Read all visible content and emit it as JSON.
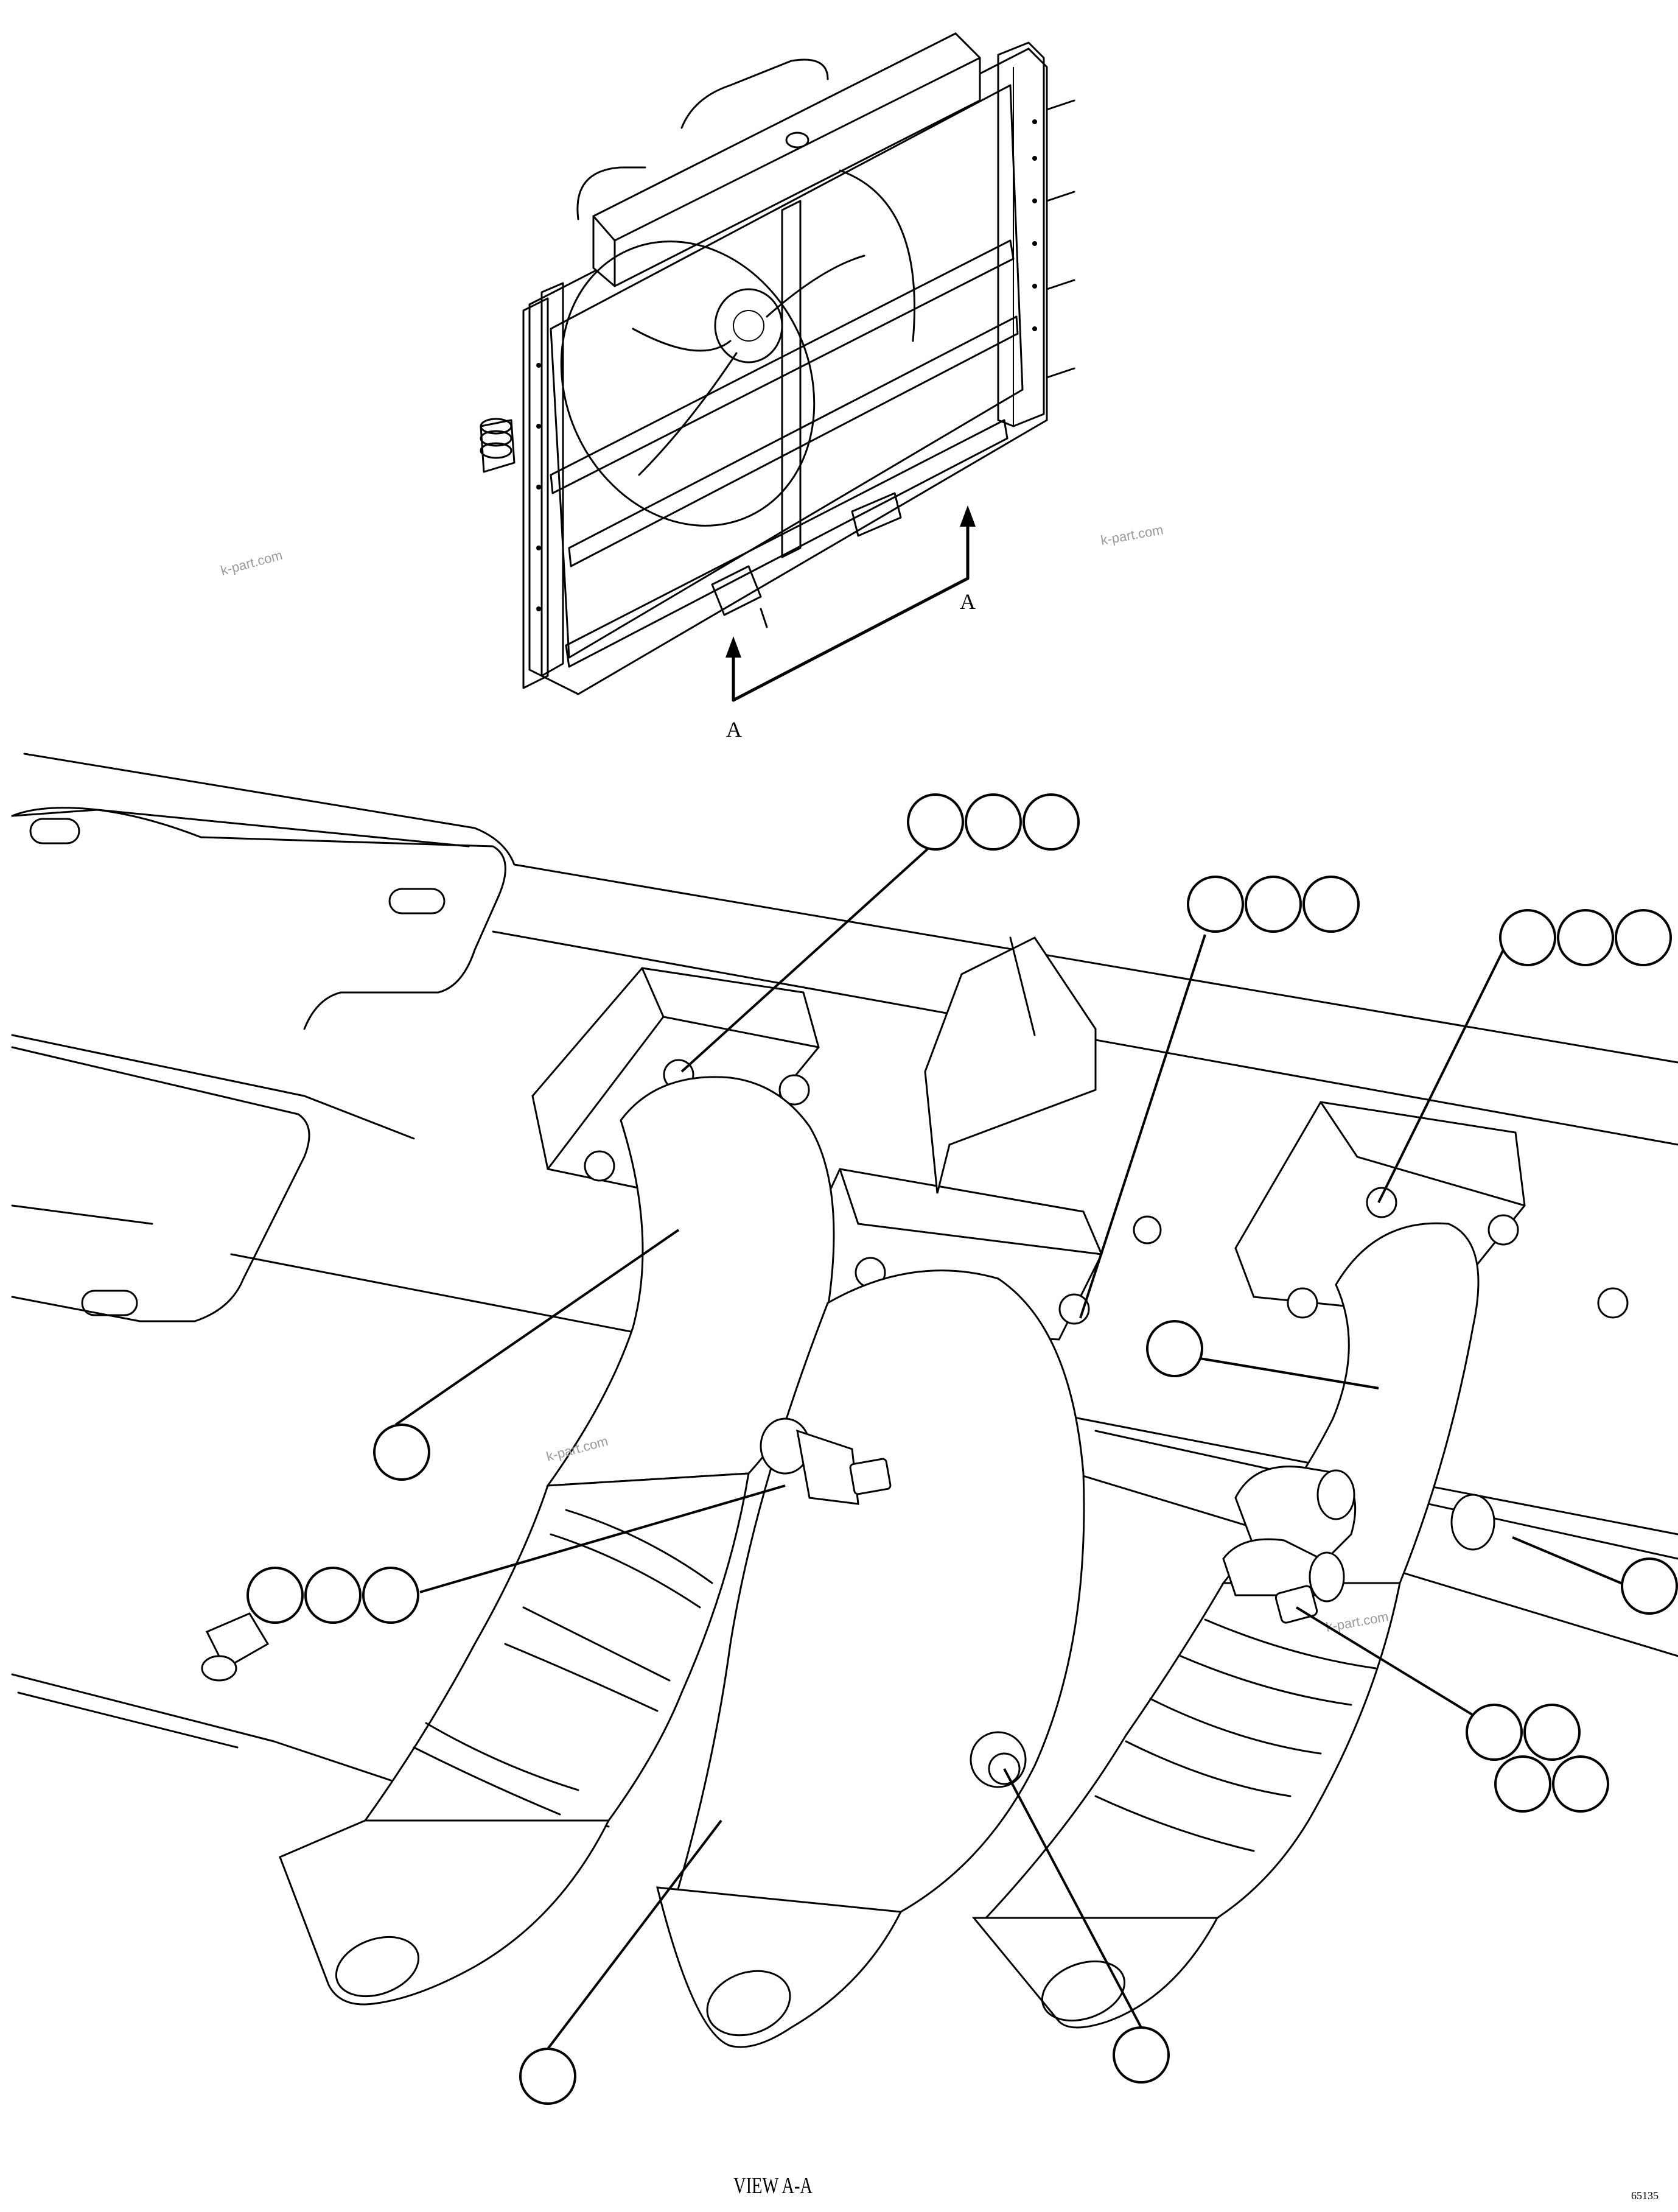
{
  "figure": {
    "section_label_left": "A",
    "section_label_right": "A",
    "view_title": "VIEW A-A",
    "figure_number": "65135"
  },
  "watermarks": [
    "k-part.com",
    "k-part.com",
    "k-part.com",
    "k-part.com"
  ],
  "callouts": [
    {
      "id": "callout-group-1",
      "bubbles": 3,
      "label": ""
    },
    {
      "id": "callout-group-2",
      "bubbles": 3,
      "label": ""
    },
    {
      "id": "callout-group-3",
      "bubbles": 3,
      "label": ""
    },
    {
      "id": "callout-group-4",
      "bubbles": 3,
      "label": ""
    },
    {
      "id": "callout-group-5",
      "bubbles": 4,
      "label": ""
    },
    {
      "id": "callout-single-1",
      "bubbles": 1,
      "label": ""
    },
    {
      "id": "callout-single-2",
      "bubbles": 1,
      "label": ""
    },
    {
      "id": "callout-single-3",
      "bubbles": 1,
      "label": ""
    },
    {
      "id": "callout-single-4",
      "bubbles": 1,
      "label": ""
    },
    {
      "id": "callout-single-5",
      "bubbles": 1,
      "label": ""
    }
  ]
}
